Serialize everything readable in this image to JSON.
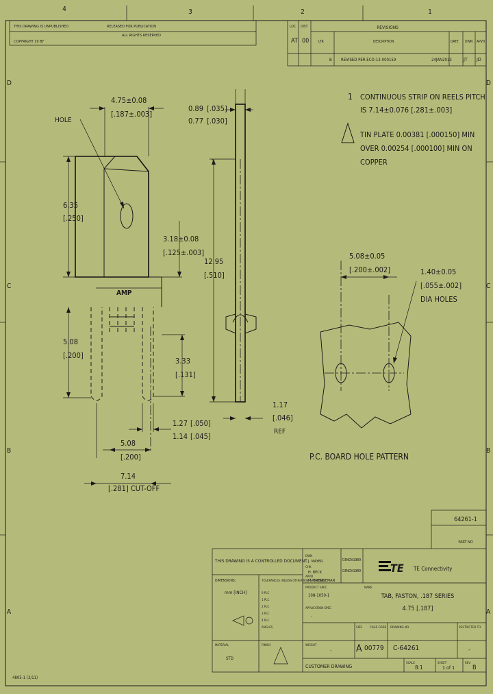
{
  "border": {
    "zone_cols": [
      "4",
      "3",
      "2",
      "1"
    ],
    "zone_rows": [
      "D",
      "C",
      "B",
      "A"
    ],
    "sheet_code": "4805-1 (3/11)"
  },
  "top_block": {
    "line1": "THIS DRAWING IS UNPUBLISHED",
    "line1b": "RELEASED FOR PUBLICATION",
    "line2": "ALL RIGHTS RESERVED",
    "line3": "COPYRIGHT 19 BY",
    "loc": "LOC",
    "dist": "DIST",
    "loc_val": "AT",
    "dist_val": "00"
  },
  "revisions": {
    "title": "REVISIONS",
    "col_ltr": "LTR",
    "col_desc": "DESCRIPTION",
    "col_date": "DATE",
    "col_dwn": "DWN",
    "col_apvd": "APVD",
    "row_ltr": "B",
    "row_desc": "REVISED PER ECO-13-000159",
    "row_date": "24JAN2013",
    "row_dwn": "JT",
    "row_apvd": "JD"
  },
  "notes": {
    "n1_num": "1",
    "n1_line1": "CONTINUOUS STRIP ON REELS PITCH",
    "n1_line2": "IS 7.14±0.076 [.281±.003]",
    "n2_line1": "TIN PLATE 0.00381 [.000150] MIN",
    "n2_line2": "OVER 0.00254 [.000100] MIN ON",
    "n2_line3": "COPPER"
  },
  "dims": {
    "width_mm": "4.75±0.08",
    "width_in": "[.187±.003]",
    "hole": "HOLE",
    "h1_mm": "6.35",
    "h1_in": "[.250]",
    "tab_mm": "3.18±0.08",
    "tab_in": "[.125±.003]",
    "len_mm": "12.95",
    "len_in": "[.510]",
    "t1_mm": "0.89",
    "t1_in": "[.035]",
    "t2_mm": "0.77",
    "t2_in": "[.030]",
    "leg_mm": "5.08",
    "leg_in": "[.200]",
    "leg2_mm": "3.33",
    "leg2_in": "[.131]",
    "pin1_mm": "1.27",
    "pin1_in": "[.050]",
    "pin2_mm": "1.14",
    "pin2_in": "[.045]",
    "sp_mm": "5.08",
    "sp_in": "[.200]",
    "cut_mm": "7.14",
    "cut_in": "[.281] CUT-OFF",
    "side_mm": "1.17",
    "side_in": "[.046]",
    "side_ref": "REF",
    "amp_mark": "AMP"
  },
  "pcb": {
    "sp_mm": "5.08±0.05",
    "sp_in": "[.200±.002]",
    "dia_mm": "1.40±0.05",
    "dia_in": "[.055±.002]",
    "dia_label": "DIA HOLES",
    "title": "P.C. BOARD HOLE PATTERN"
  },
  "title_block": {
    "part_no": "64261-1",
    "part_lbl": "PART NO",
    "controlled": "THIS DRAWING IS A CONTROLLED DOCUMENT.",
    "dimensions": "DIMENSIONS:",
    "units": "mm [INCH]",
    "tolerances": "TOLERANCES UNLESS OTHERWISE SPECIFIED",
    "tol_0": "0 PLC",
    "tol_1": "1 PLC",
    "tol_2": "2 PLC",
    "tol_3": "3 PLC",
    "tol_4": "4 PLC",
    "tol_ang": "ANGLES",
    "material": "MATERIAL",
    "finish": "FINISH",
    "dwn": "DWN",
    "chk": "CHK",
    "appvd": "APVD",
    "dwn_val": "J. MAYER",
    "chk_val": "H. BECK",
    "appvd_val": "M. BRENNEMAN",
    "dwn_date": "03NOV1989",
    "chk_date": "03NOV1989",
    "product_spec": "PRODUCT SPEC",
    "product_spec_val": "108-1050-1",
    "app_spec": "APPLICATION SPEC",
    "app_spec_val": "-",
    "weight": "WEIGHT",
    "weight_val": "-",
    "company": "TE Connectivity",
    "logo": "TE",
    "name_lbl": "NAME",
    "name1": "TAB, FASTON, .187 SERIES",
    "name2": "4.75 [.187]",
    "size_lbl": "SIZE",
    "size_val": "A",
    "cage_lbl": "CAGE CODE",
    "cage_val": "00779",
    "dwg_lbl": "DRAWING NO",
    "dwg_val": "C-64261",
    "rstr_lbl": "RESTRICTED TO",
    "rstr_val": "-",
    "customer": "CUSTOMER DRAWING",
    "scale_lbl": "SCALE",
    "scale_val": "8:1",
    "sheet_lbl": "SHEET",
    "sheet_val": "1 of 1",
    "rev_lbl": "REV",
    "rev_val": "B",
    "std": "STD"
  }
}
